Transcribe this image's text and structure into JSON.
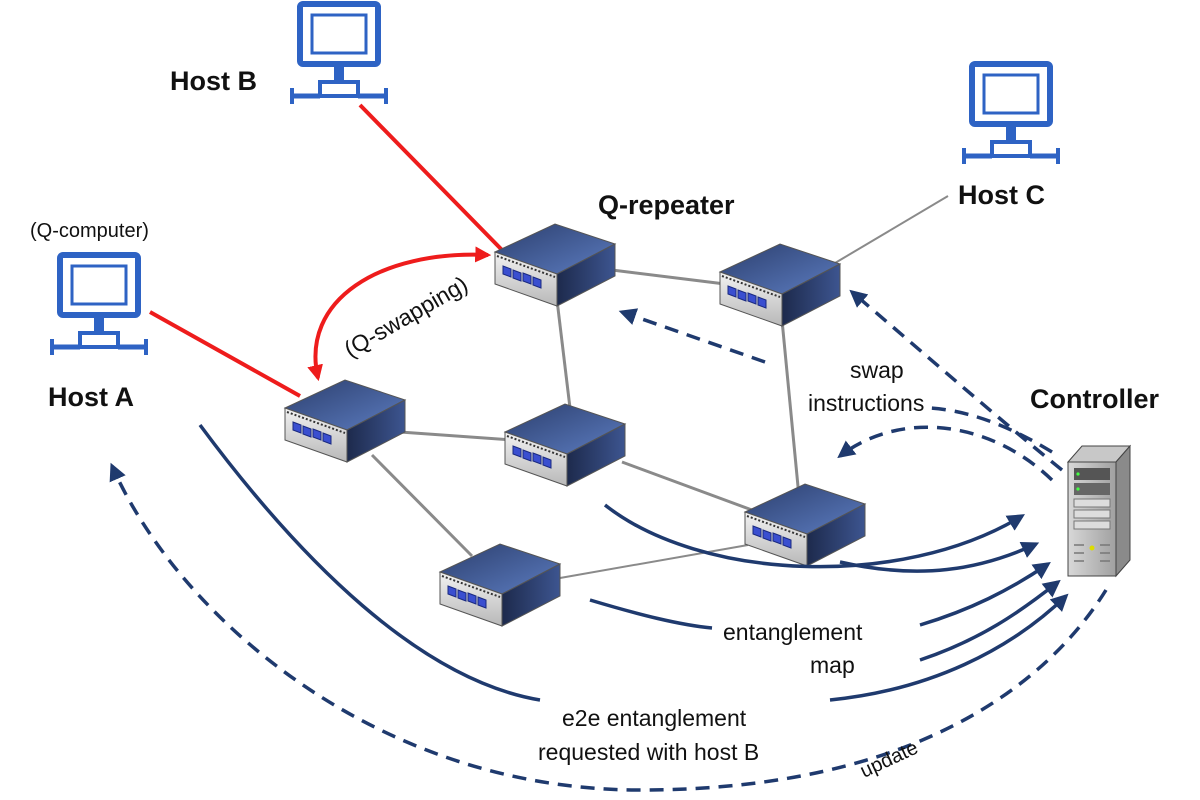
{
  "labels": {
    "host_b": "Host B",
    "host_a": "Host A",
    "host_a_note": "(Q-computer)",
    "host_c": "Host C",
    "q_repeater": "Q-repeater",
    "controller": "Controller",
    "q_swapping": "(Q-swapping)",
    "swap_line1": "swap",
    "swap_line2": "instructions",
    "ent_map_line1": "entanglement",
    "ent_map_line2": "map",
    "e2e_line1": "e2e entanglement",
    "e2e_line2": "requested with host B",
    "update": "update"
  },
  "icons": {
    "host": "desktop-computer-icon",
    "repeater": "network-switch-icon",
    "controller": "server-tower-icon"
  },
  "colors": {
    "entangled_link": "#ee1c1c",
    "fiber_link": "#8a8a8a",
    "control_arrow": "#1f3a6e",
    "host_icon": "#2e63c4"
  }
}
